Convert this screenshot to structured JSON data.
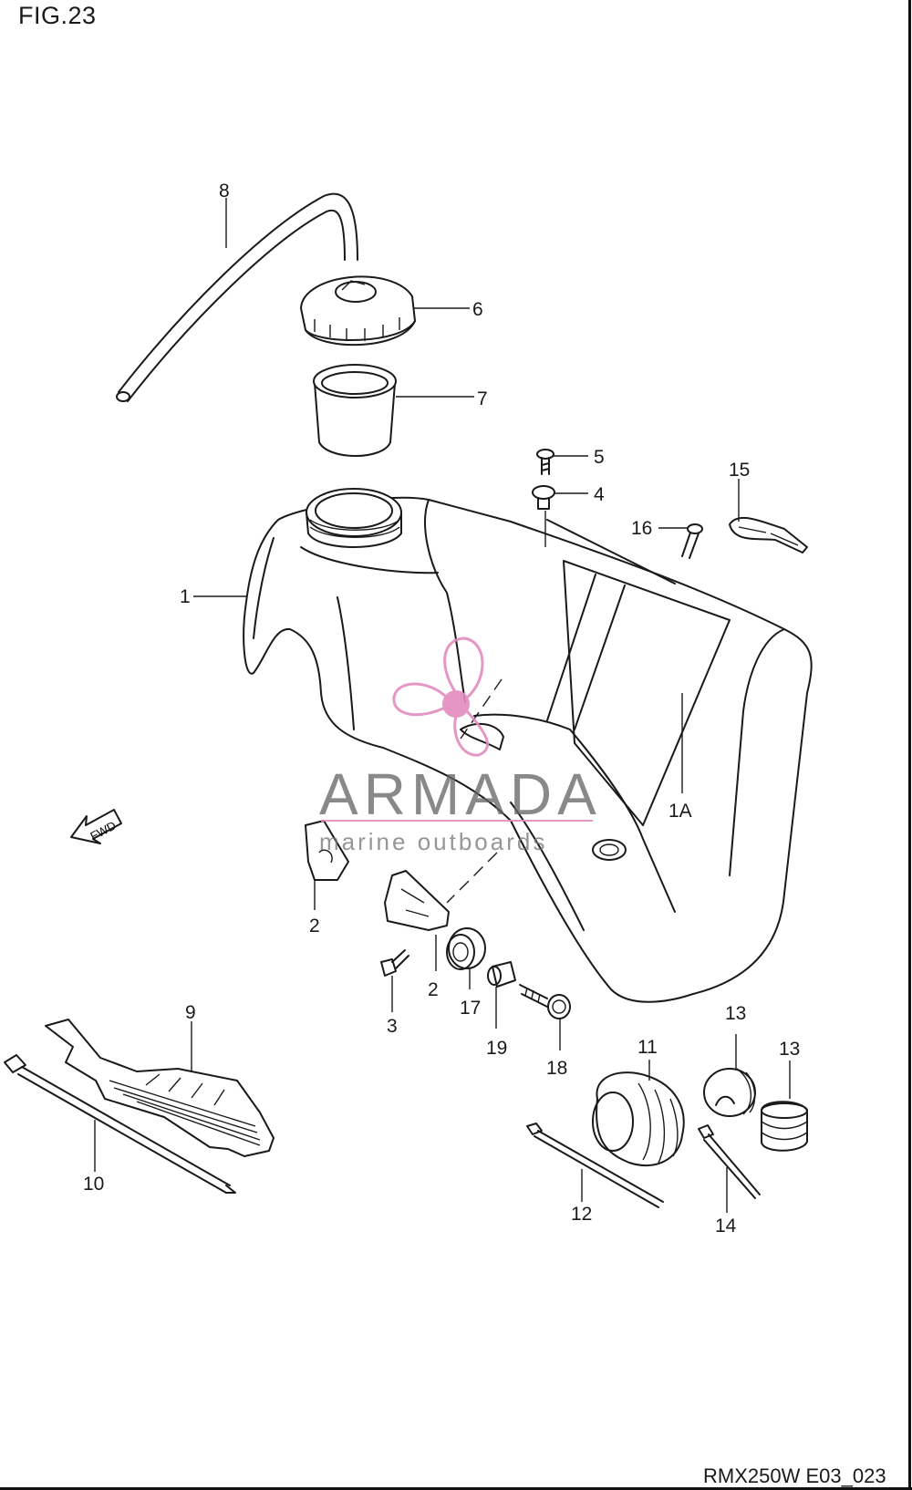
{
  "figure": {
    "title": "FIG.23",
    "code": "RMX250W E03_023"
  },
  "callouts": {
    "c1": "1",
    "c1a": "1A",
    "c2a": "2",
    "c2b": "2",
    "c3": "3",
    "c4": "4",
    "c5": "5",
    "c6": "6",
    "c7": "7",
    "c8": "8",
    "c9": "9",
    "c10": "10",
    "c11": "11",
    "c12": "12",
    "c13a": "13",
    "c13b": "13",
    "c14": "14",
    "c15": "15",
    "c16": "16",
    "c17": "17",
    "c18": "18",
    "c19": "19"
  },
  "direction_arrow": "FWD",
  "watermark": {
    "brand": "ARMADA",
    "tagline": "marine outboards",
    "accent_color": "#e48bbf",
    "text_color": "#666666"
  },
  "colors": {
    "ink": "#1a1a1a",
    "paper": "#ffffff"
  }
}
